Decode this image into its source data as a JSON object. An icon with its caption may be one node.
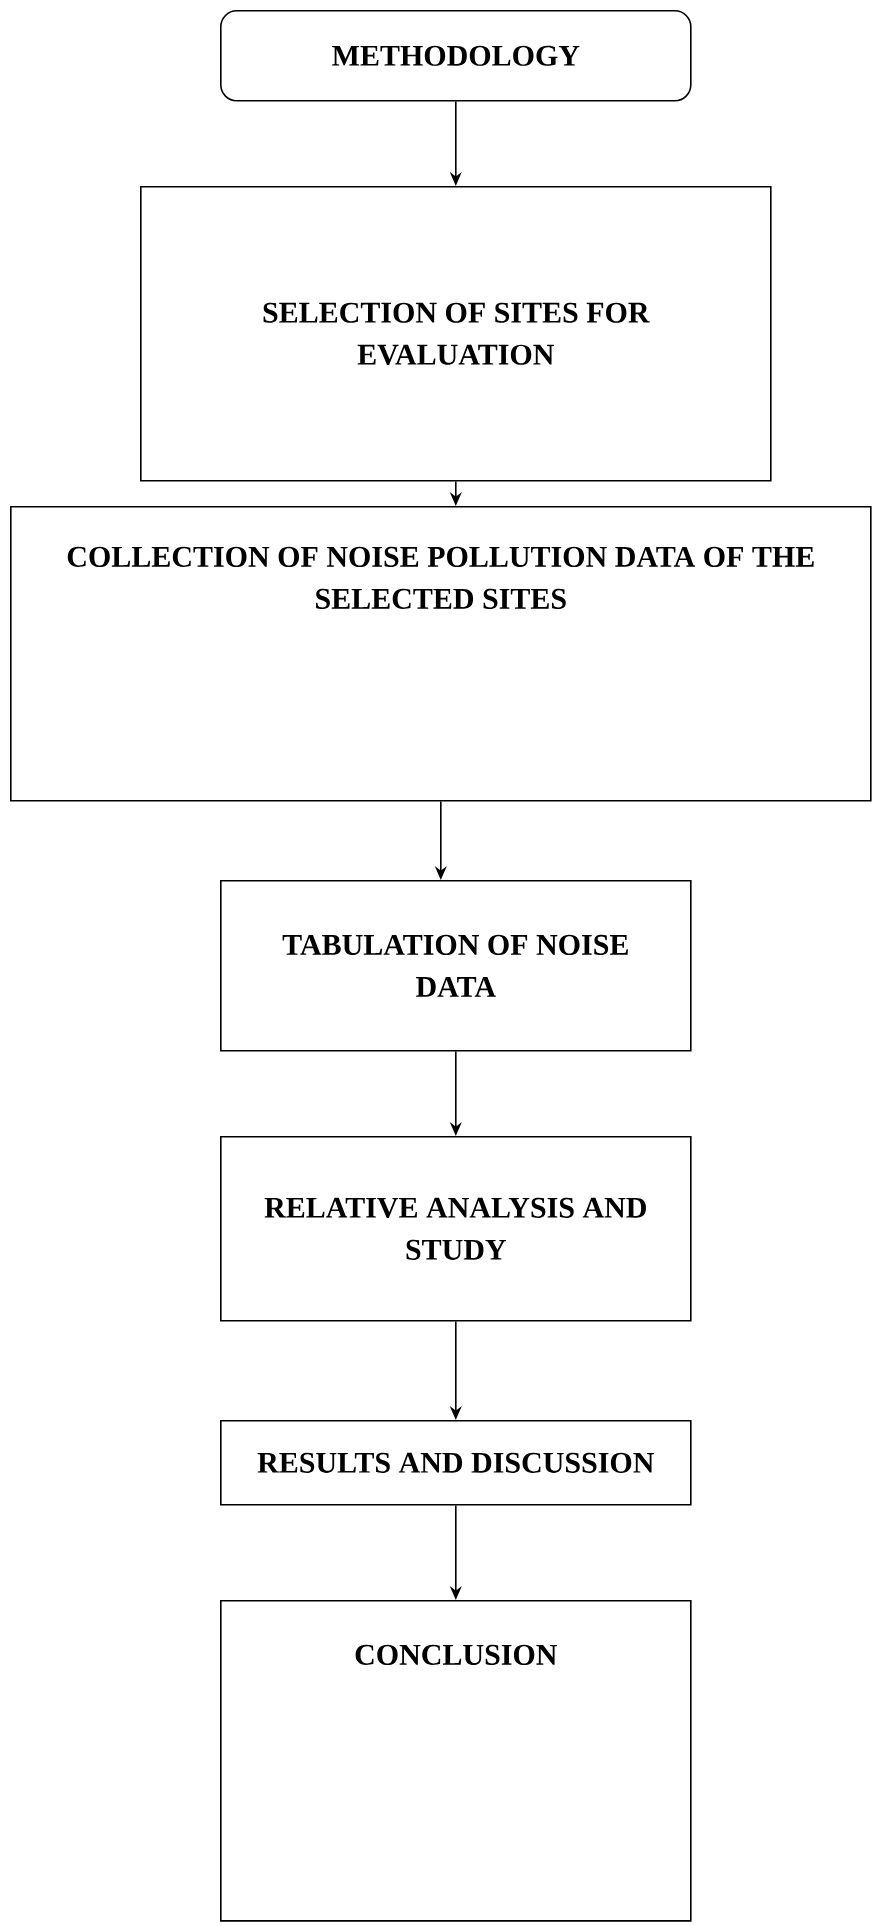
{
  "diagram": {
    "nodes": [
      {
        "text": [
          "METHODOLOGY"
        ]
      },
      {
        "text": [
          "SELECTION OF SITES FOR EVALUATION"
        ]
      },
      {
        "text": [
          "COLLECTION OF NOISE POLLUTION DATA OF THE SELECTED SITES"
        ]
      },
      {
        "text": [
          "TABULATION OF NOISE DATA"
        ]
      },
      {
        "text": [
          "RELATIVE ANALYSIS AND STUDY"
        ]
      },
      {
        "text": [
          "RESULTS AND DISCUSSION"
        ]
      },
      {
        "text": [
          "CONCLUSION"
        ]
      }
    ],
    "edges": [
      {
        "from": 0,
        "to": 1,
        "arrow": "to"
      },
      {
        "from": 1,
        "to": 2,
        "arrow": "to"
      },
      {
        "from": 2,
        "to": 3,
        "arrow": "to"
      },
      {
        "from": 3,
        "to": 4,
        "arrow": "to"
      },
      {
        "from": 4,
        "to": 5,
        "arrow": "to"
      },
      {
        "from": 5,
        "to": 6,
        "arrow": "to"
      }
    ]
  }
}
